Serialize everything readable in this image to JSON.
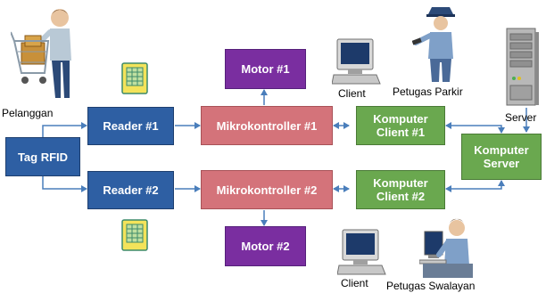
{
  "blocks": {
    "tag_rfid": "Tag RFID",
    "reader1": "Reader #1",
    "reader2": "Reader #2",
    "micro1": "Mikrokontroller #1",
    "micro2": "Mikrokontroller #2",
    "motor1": "Motor #1",
    "motor2": "Motor #2",
    "client1": "Komputer\nClient #1",
    "client2": "Komputer\nClient #2",
    "server": "Komputer\nServer"
  },
  "labels": {
    "pelanggan": "Pelanggan",
    "client_top": "Client",
    "client_bottom": "Client",
    "petugas_parkir": "Petugas Parkir",
    "server": "Server",
    "petugas_swalayan": "Petugas Swalayan"
  },
  "colors": {
    "blue": "#2e5fa3",
    "red": "#d4737a",
    "purple": "#7a2ea0",
    "green": "#6aa84f",
    "arrow": "#4a7ebb"
  }
}
